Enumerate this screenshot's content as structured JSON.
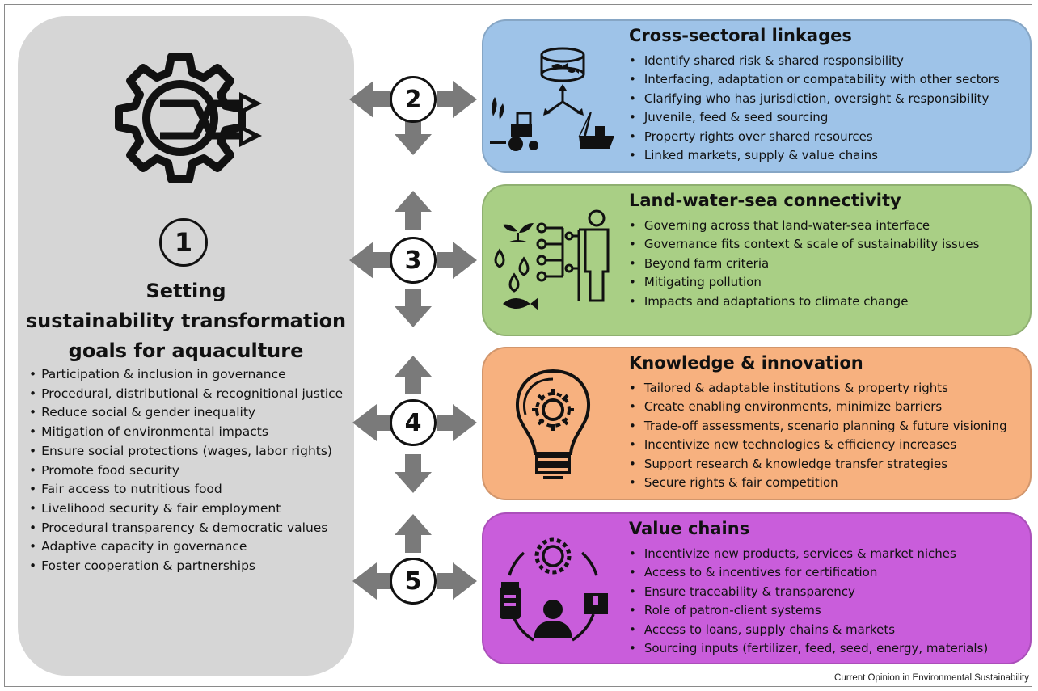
{
  "left_panel": {
    "number": "1",
    "title_lines": [
      "Setting",
      "sustainability transformation",
      "goals for aquaculture"
    ],
    "items": [
      "Participation & inclusion in governance",
      "Procedural, distributional & recognitional justice",
      "Reduce social & gender inequality",
      "Mitigation of environmental impacts",
      "Ensure social protections (wages, labor rights)",
      "Promote food security",
      "Fair access to nutritious food",
      "Livelihood security & fair employment",
      "Procedural transparency & democratic values",
      "Adaptive capacity in governance",
      "Foster cooperation & partnerships"
    ]
  },
  "boxes": [
    {
      "number": "2",
      "title": "Cross-sectoral linkages",
      "color": "#9ec3e8",
      "icon": "fish-cage-farm-boat-icon",
      "items": [
        "Identify shared risk & shared responsibility",
        "Interfacing, adaptation or compatability with other sectors",
        "Clarifying who has jurisdiction, oversight & responsibility",
        "Juvenile, feed & seed sourcing",
        "Property rights over shared resources",
        "Linked markets, supply & value chains"
      ]
    },
    {
      "number": "3",
      "title": "Land-water-sea connectivity",
      "color": "#a9cf85",
      "icon": "water-plant-fish-people-icon",
      "items": [
        "Governing across that land-water-sea interface",
        "Governance fits context & scale of sustainability issues",
        "Beyond farm criteria",
        "Mitigating pollution",
        "Impacts and adaptations to climate change"
      ]
    },
    {
      "number": "4",
      "title": "Knowledge & innovation",
      "color": "#f7b17f",
      "icon": "lightbulb-gear-icon",
      "items": [
        "Tailored & adaptable institutions & property rights",
        "Create enabling environments, minimize barriers",
        "Trade-off assessments, scenario planning & future visioning",
        "Incentivize new technologies & efficiency increases",
        "Support research & knowledge transfer strategies",
        "Secure rights & fair competition"
      ]
    },
    {
      "number": "5",
      "title": "Value chains",
      "color": "#c95ddb",
      "icon": "value-chain-cycle-icon",
      "items": [
        "Incentivize new products, services & market niches",
        "Access to & incentives for certification",
        "Ensure traceability & transparency",
        "Role of patron-client systems",
        "Access to loans, supply chains & markets",
        "Sourcing inputs (fertilizer, feed, seed, energy, materials)"
      ]
    }
  ],
  "footer": "Current Opinion in Environmental Sustainability"
}
